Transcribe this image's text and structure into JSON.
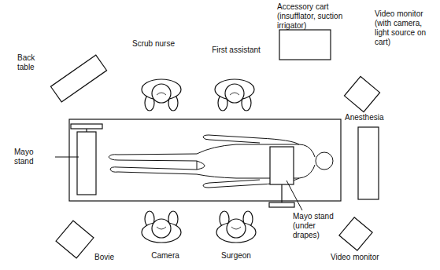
{
  "diagram": {
    "labels": [
      "Back table",
      "Scrub nurse",
      "First assistant",
      "Accessory cart (insufflator, suction irrigator)",
      "Video monitor (with camera, light source on cart)",
      "Anesthesia",
      "Mayo stand",
      "Mayo stand (under drapes)",
      "Bovie",
      "Camera",
      "Surgeon",
      "Video monitor"
    ]
  }
}
